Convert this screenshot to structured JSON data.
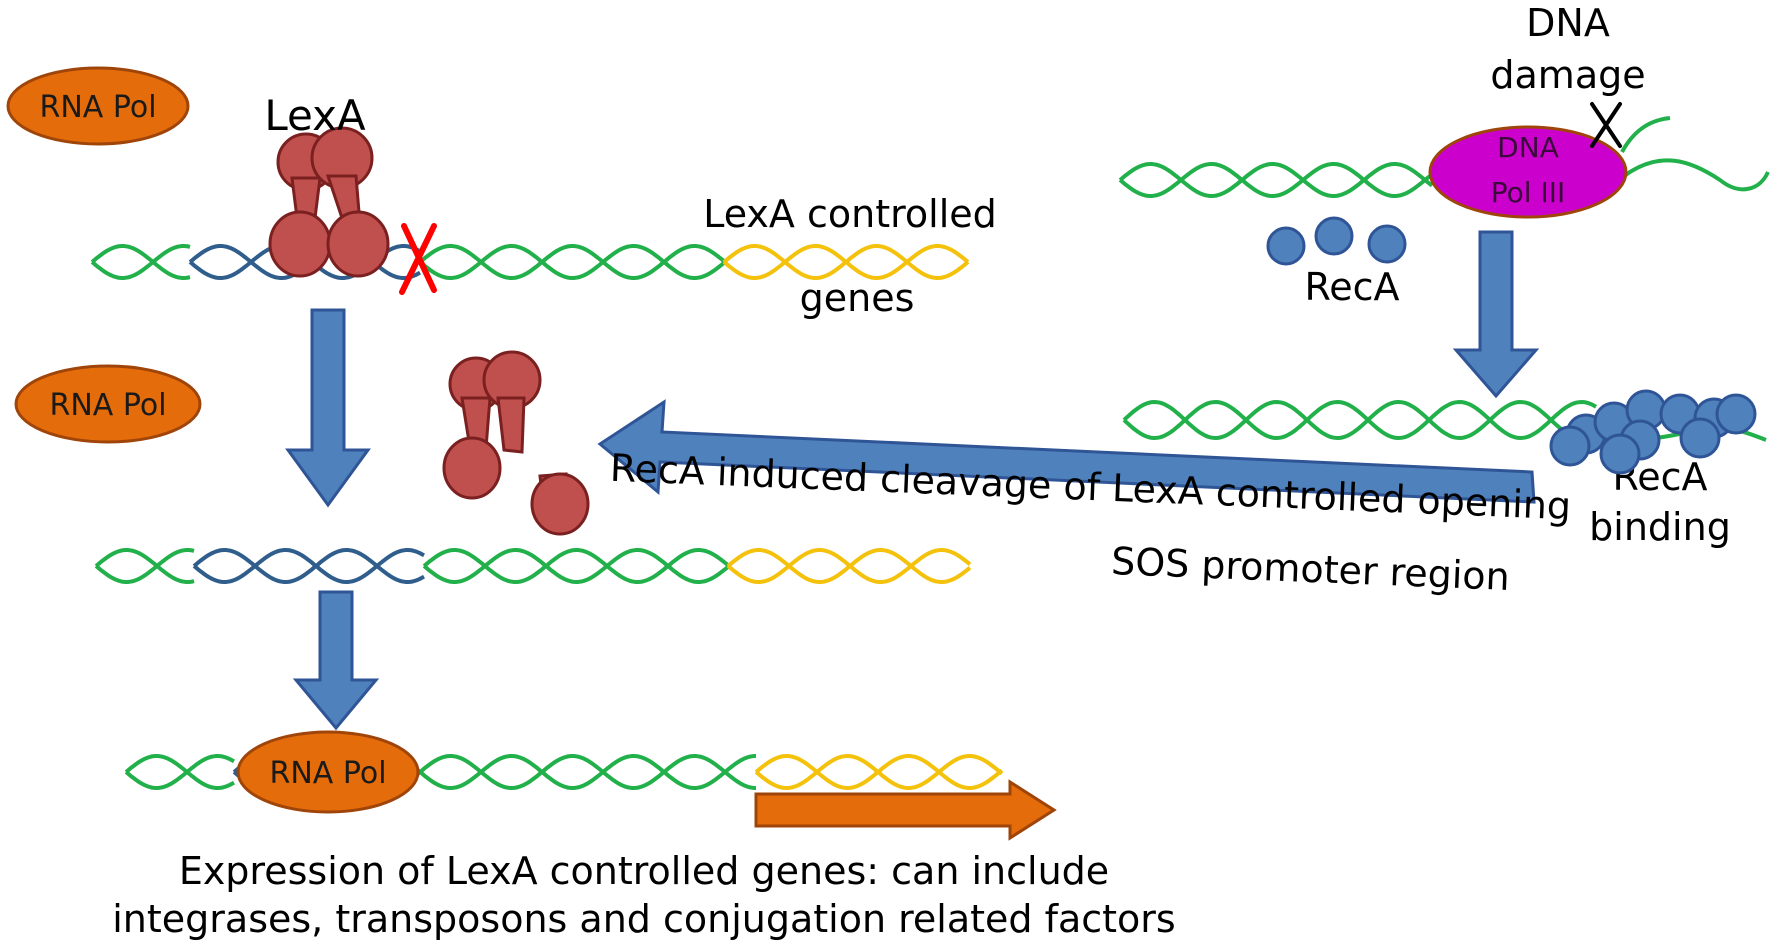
{
  "colors": {
    "dna_main": "#22b04b",
    "dna_operator": "#2f5d8c",
    "dna_genes": "#f4c20d",
    "rna_pol_fill": "#e46c0a",
    "rna_pol_stroke": "#a0450a",
    "lexa_fill": "#c0504d",
    "lexa_stroke": "#7b2020",
    "arrow_fill": "#4f81bd",
    "arrow_stroke": "#2f5597",
    "reca_fill": "#4f81bd",
    "dna_pol3_fill": "#cc00cc",
    "expression_arrow": "#e46c0a",
    "block_x": "#ff0000"
  },
  "labels": {
    "rna_pol_free_1": "RNA Pol",
    "rna_pol_free_2": "RNA Pol",
    "rna_pol_bound": "RNA Pol",
    "lexa": "LexA",
    "lexa_genes_line1": "LexA controlled",
    "lexa_genes_line2": "genes",
    "dna_damage_line1": "DNA",
    "dna_damage_line2": "damage",
    "dna_pol3_line1": "DNA",
    "dna_pol3_line2": "Pol III",
    "reca_free": "RecA",
    "reca_binding_line1": "RecA",
    "reca_binding_line2": "binding",
    "cleavage_line1": "RecA induced cleavage of LexA controlled opening",
    "cleavage_line2": "SOS promoter region",
    "expression_line1": "Expression of LexA controlled genes: can include",
    "expression_line2": "integrases, transposons and conjugation related factors"
  },
  "icons": [
    "lexa-dimer-icon",
    "red-x-block-icon",
    "damage-x-icon",
    "reca-monomer-icon",
    "down-arrow-icon",
    "left-arrow-icon",
    "right-arrow-icon"
  ]
}
